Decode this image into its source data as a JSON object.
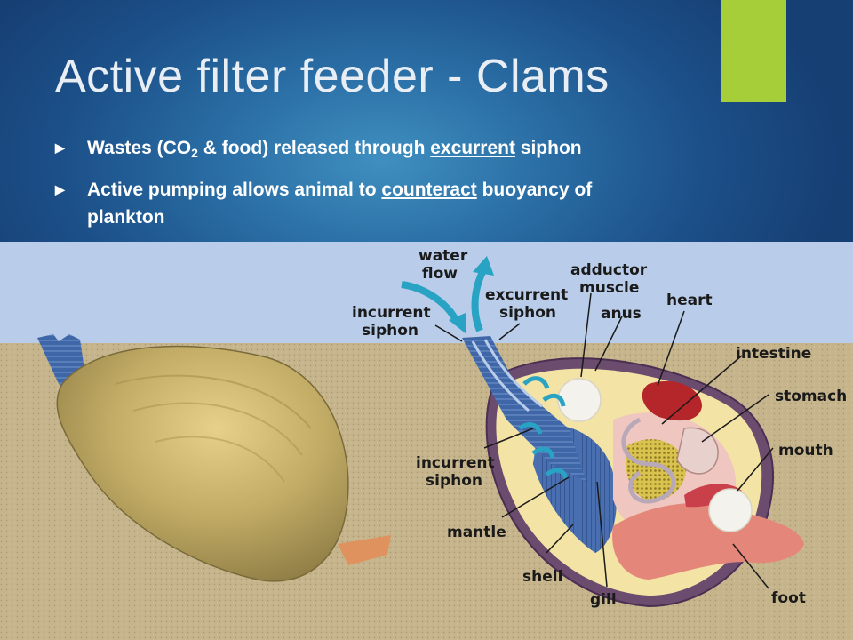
{
  "slide": {
    "title": "Active filter feeder - Clams",
    "bullets": [
      {
        "text_a": "Wastes (CO",
        "sub": "2",
        "text_b": " & food) released through ",
        "underlined": "excurrent",
        "text_c": " siphon"
      },
      {
        "text_a": "Active pumping allows animal to ",
        "underlined": "counteract",
        "text_b": " buoyancy of",
        "text_c": "plankton"
      }
    ],
    "accent_color": "#a6ce39",
    "bullet_icon": "triangle-right-icon"
  },
  "diagram": {
    "labels": {
      "water_flow_1": "water",
      "water_flow_2": "flow",
      "adductor_1": "adductor",
      "adductor_2": "muscle",
      "excurrent_1": "excurrent",
      "excurrent_2": "siphon",
      "incurrent_top_1": "incurrent",
      "incurrent_top_2": "siphon",
      "anus": "anus",
      "heart": "heart",
      "intestine": "intestine",
      "stomach": "stomach",
      "mouth": "mouth",
      "incurrent_bottom_1": "incurrent",
      "incurrent_bottom_2": "siphon",
      "mantle": "mantle",
      "shell": "shell",
      "gill": "gill",
      "foot": "foot"
    },
    "colors": {
      "water": "#b9cdea",
      "sediment": "#c6b58c",
      "shell_exterior": "#c9b46a",
      "siphon": "#3f67a8",
      "flow_arrow": "#29a3c4",
      "viscera": "#e4877a",
      "heart": "#b5262b"
    }
  }
}
